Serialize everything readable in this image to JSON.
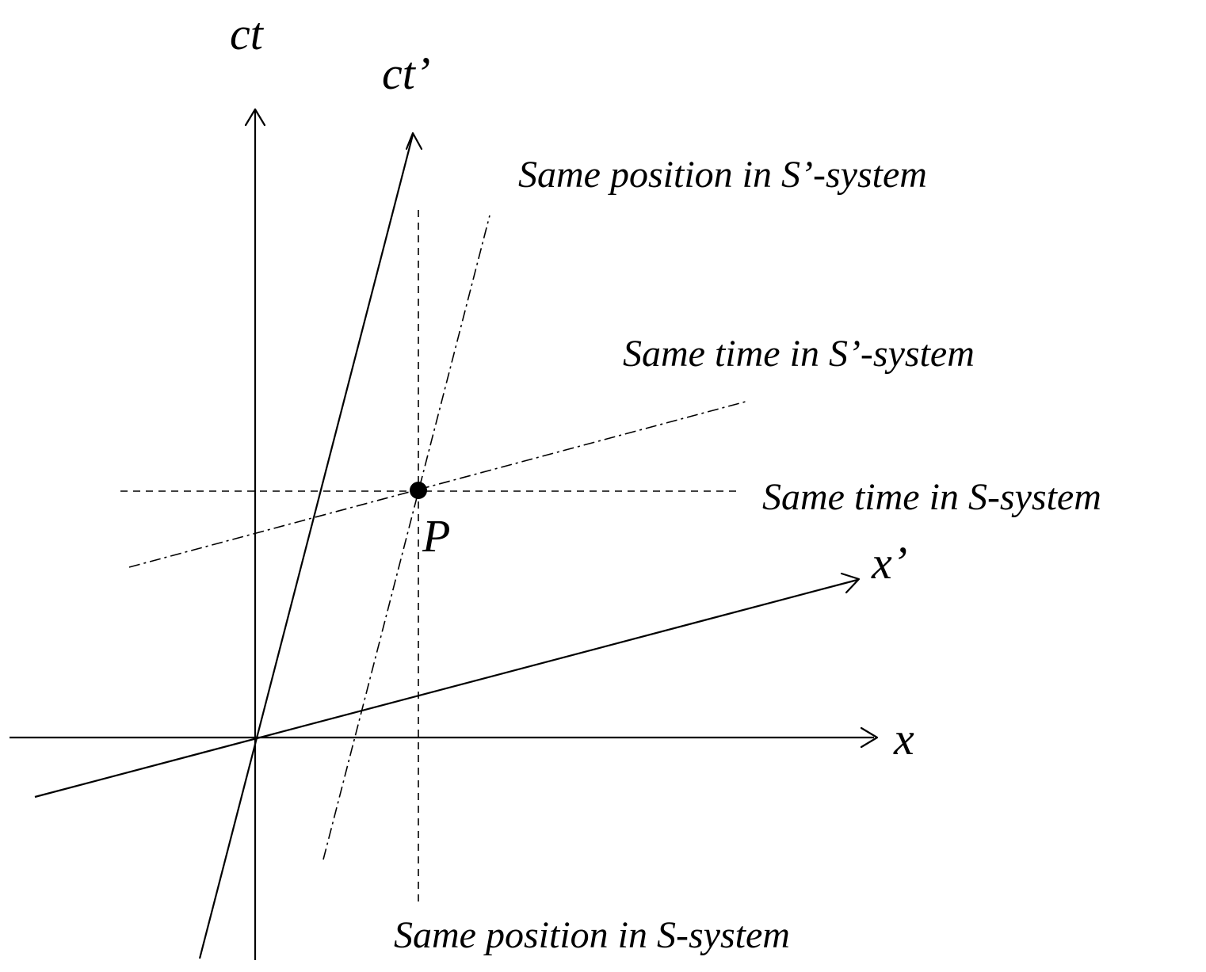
{
  "labels": {
    "ct": "ct",
    "ct_prime": "ct’",
    "x": "x",
    "x_prime": "x’",
    "point": "P"
  },
  "annotations": {
    "same_position_s_prime": "Same position in S’-system",
    "same_time_s_prime": "Same time in S’-system",
    "same_time_s": "Same time in S-system",
    "same_position_s": "Same position in S-system"
  },
  "colors": {
    "ink": "#000000",
    "background": "#ffffff"
  }
}
